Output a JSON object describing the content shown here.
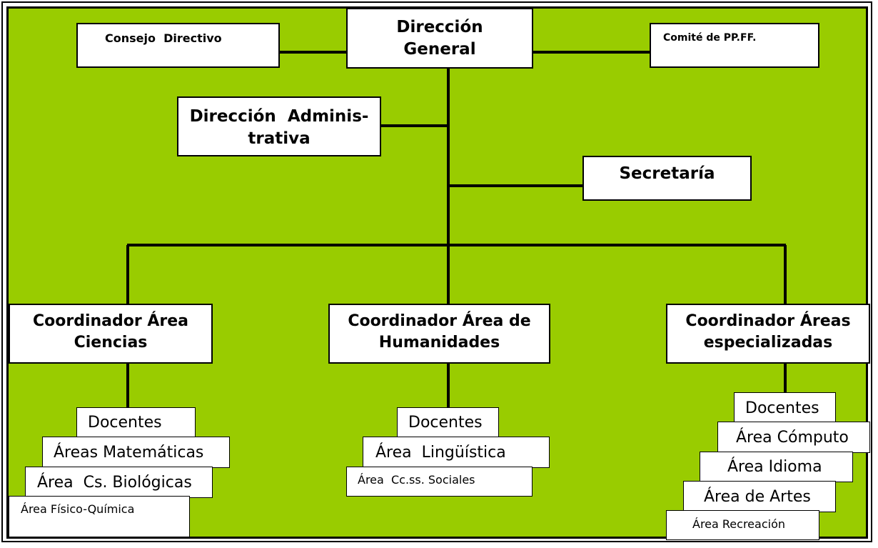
{
  "org_chart": {
    "top": {
      "consejo_directivo": "Consejo  Directivo",
      "direccion_general": "Dirección\nGeneral",
      "comite": "Comité de PP.FF."
    },
    "direccion_administrativa": "Dirección  Adminis-\ntrativa",
    "secretaria": "Secretaría",
    "coordinators": {
      "ciencias": "Coordinador Área\nCiencias",
      "humanidades": "Coordinador Área de\nHumanidades",
      "especializadas": "Coordinador Áreas\nespecializadas"
    },
    "ciencias_units": {
      "docentes": "Docentes",
      "matematicas": "Áreas Matemáticas",
      "biologicas": "Área  Cs. Biológicas",
      "fisico_quimica": "Área Físico-Química"
    },
    "humanidades_units": {
      "docentes": "Docentes",
      "linguistica": "Área  Lingüística",
      "sociales": "Área  Cc.ss. Sociales"
    },
    "especializadas_units": {
      "docentes": "Docentes",
      "computo": "Área Cómputo",
      "idioma": "Área Idioma",
      "artes": "Área de Artes",
      "recreacion": "Área Recreación"
    }
  },
  "colors": {
    "background": "#99cc00",
    "box_fill": "#ffffff",
    "lines": "#000000"
  }
}
